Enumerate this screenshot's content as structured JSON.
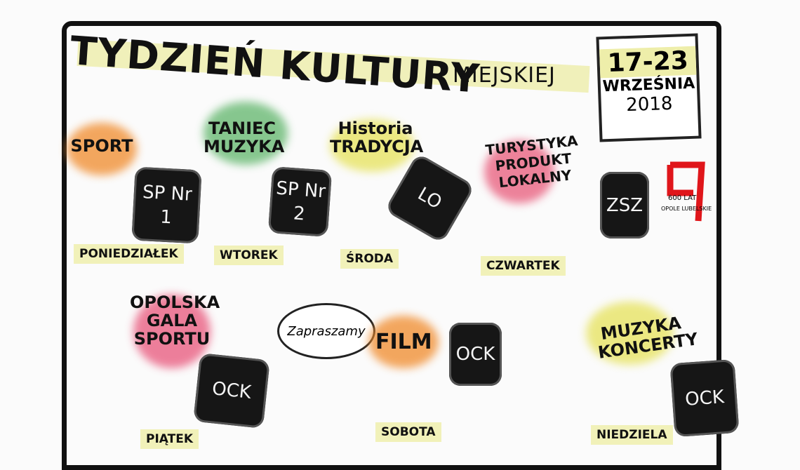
{
  "title": "TYDZIEŃ KULTURY",
  "subtitle": "MIEJSKIEJ",
  "calendar": {
    "dates": "17-23",
    "month": "WRZEŚNIA",
    "year": "2018"
  },
  "logo": {
    "text1": "600 LAT",
    "text2": "OPOLE LUBELSKIE",
    "color": "#e0161b"
  },
  "invite": "Zapraszamy",
  "days": [
    {
      "topic": "SPORT",
      "venue": "SP Nr 1",
      "day": "PONIEDZIAŁEK",
      "color": "#f08a2a"
    },
    {
      "topic": "TANIEC MUZYKA",
      "venue": "SP Nr 2",
      "day": "WTOREK",
      "color": "#5fb56a"
    },
    {
      "topic": "Historia TRADYCJA",
      "venue": "LO",
      "day": "ŚRODA",
      "color": "#e6e25a"
    },
    {
      "topic": "TURYSTYKA PRODUKT LOKALNY",
      "venue": "ZSZ",
      "day": "CZWARTEK",
      "color": "#e85a7a"
    },
    {
      "topic": "OPOLSKA GALA SPORTU",
      "venue": "OCK",
      "day": "PIĄTEK",
      "color": "#e8557a"
    },
    {
      "topic": "FILM",
      "venue": "OCK",
      "day": "SOBOTA",
      "color": "#f08a2a"
    },
    {
      "topic": "MUZYKA KONCERTY",
      "venue": "OCK",
      "day": "NIEDZIELA",
      "color": "#e6e25a"
    }
  ]
}
